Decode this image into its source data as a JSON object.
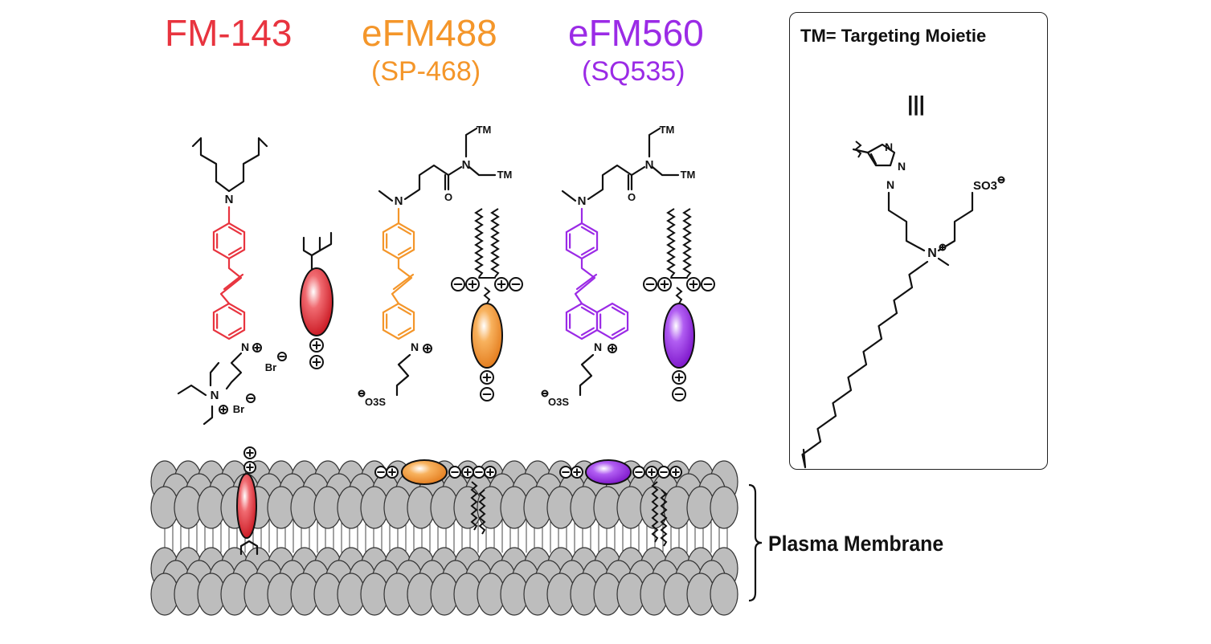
{
  "colors": {
    "fm143": "#e8343f",
    "efm488": "#f4962a",
    "efm560": "#9b2be6",
    "lipid": "#bdbdbd"
  },
  "dyes": [
    {
      "name": "FM-143",
      "alias": ""
    },
    {
      "name": "eFM488",
      "alias": "(SP-468)"
    },
    {
      "name": "eFM560",
      "alias": "(SQ535)"
    }
  ],
  "tm_box": {
    "title": "TM= Targeting Moietie",
    "equiv": "|||"
  },
  "atoms": {
    "N": "N",
    "tm": "TM",
    "o": "O",
    "br": "Br",
    "so3": "SO3",
    "o3s": "O3S",
    "minus": "-",
    "plus": "+"
  },
  "membrane": {
    "label": "Plasma Membrane"
  }
}
